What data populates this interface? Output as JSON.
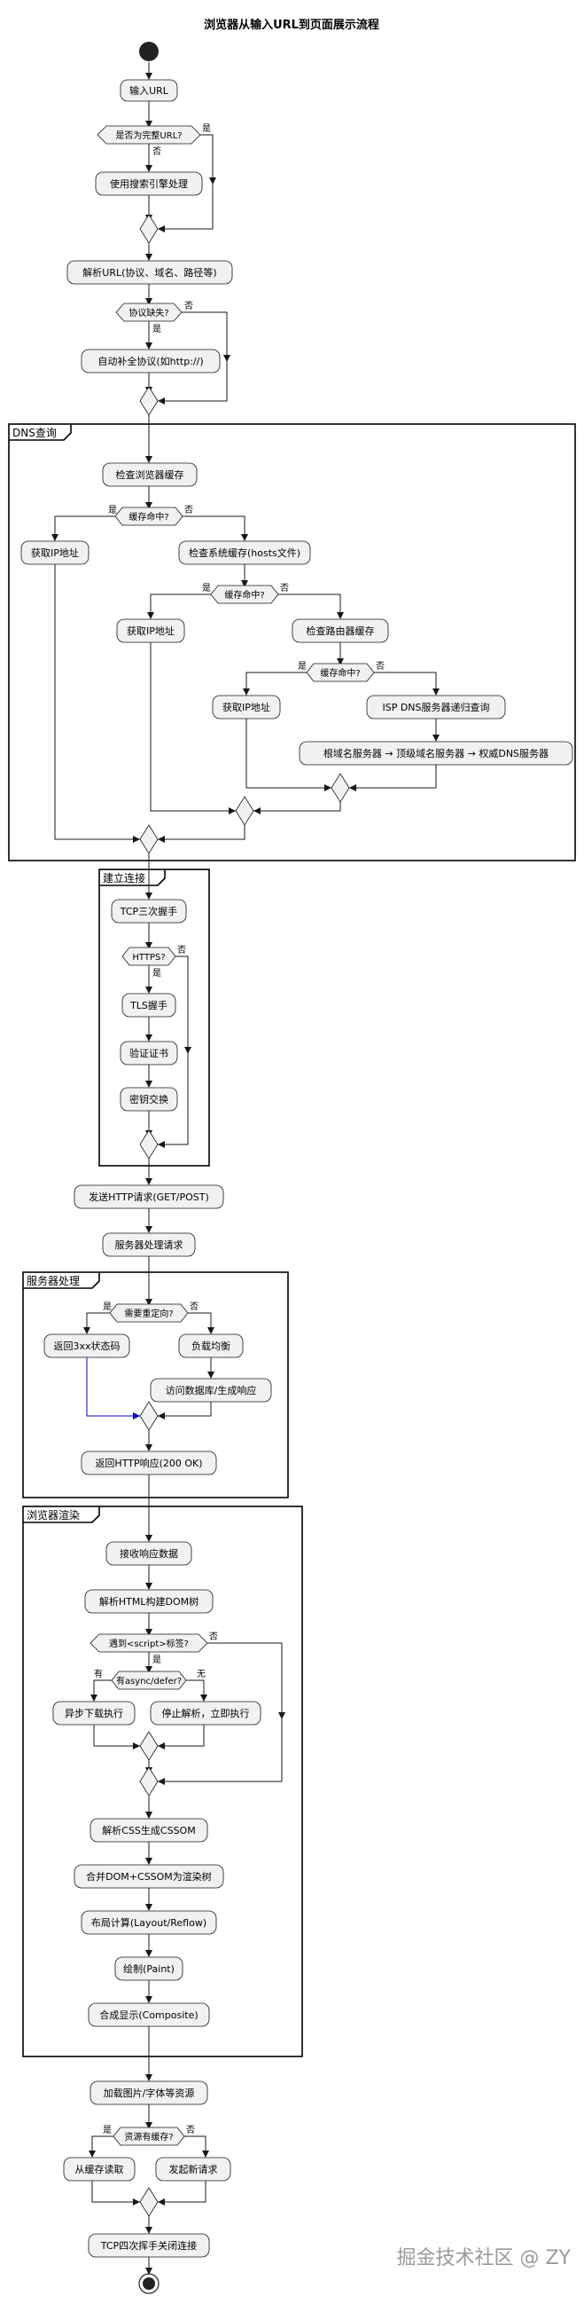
{
  "title": "浏览器从输入URL到页面展示流程",
  "groups": {
    "dns": "DNS查询",
    "conn": "建立连接",
    "server": "服务器处理",
    "render": "浏览器渲染"
  },
  "actions": {
    "input_url": "输入URL",
    "search_engine": "使用搜索引擎处理",
    "parse_url": "解析URL(协议、域名、路径等)",
    "auto_protocol": "自动补全协议(如http://)",
    "check_browser_cache": "检查浏览器缓存",
    "get_ip_1": "获取IP地址",
    "check_system_cache": "检查系统缓存(hosts文件)",
    "get_ip_2": "获取IP地址",
    "check_router_cache": "检查路由器缓存",
    "get_ip_3": "获取IP地址",
    "isp_dns": "ISP DNS服务器递归查询",
    "dns_chain": "根域名服务器 → 顶级域名服务器 → 权威DNS服务器",
    "tcp_handshake": "TCP三次握手",
    "tls_handshake": "TLS握手",
    "verify_cert": "验证证书",
    "key_exchange": "密钥交换",
    "send_request": "发送HTTP请求(GET/POST)",
    "server_handle": "服务器处理请求",
    "return_3xx": "返回3xx状态码",
    "load_balance": "负载均衡",
    "access_db": "访问数据库/生成响应",
    "return_200": "返回HTTP响应(200 OK)",
    "receive_data": "接收响应数据",
    "parse_html": "解析HTML构建DOM树",
    "async_download": "异步下载执行",
    "stop_parse": "停止解析，立即执行",
    "parse_css": "解析CSS生成CSSOM",
    "merge_tree": "合并DOM+CSSOM为渲染树",
    "layout": "布局计算(Layout/Reflow)",
    "paint": "绘制(Paint)",
    "composite": "合成显示(Composite)",
    "load_resources": "加载图片/字体等资源",
    "read_cache": "从缓存读取",
    "new_request": "发起新请求",
    "tcp_close": "TCP四次挥手关闭连接"
  },
  "decisions": {
    "is_full_url": "是否为完整URL?",
    "protocol_missing": "协议缺失?",
    "cache_hit_1": "缓存命中?",
    "cache_hit_2": "缓存命中?",
    "cache_hit_3": "缓存命中?",
    "https": "HTTPS?",
    "need_redirect": "需要重定向?",
    "script_tag": "遇到<script>标签?",
    "async_defer": "有async/defer?",
    "resource_cached": "资源有缓存?"
  },
  "branch_labels": {
    "yes": "是",
    "no": "否",
    "has": "有",
    "none": "无"
  },
  "watermark": "掘金技术社区 @ ZY"
}
